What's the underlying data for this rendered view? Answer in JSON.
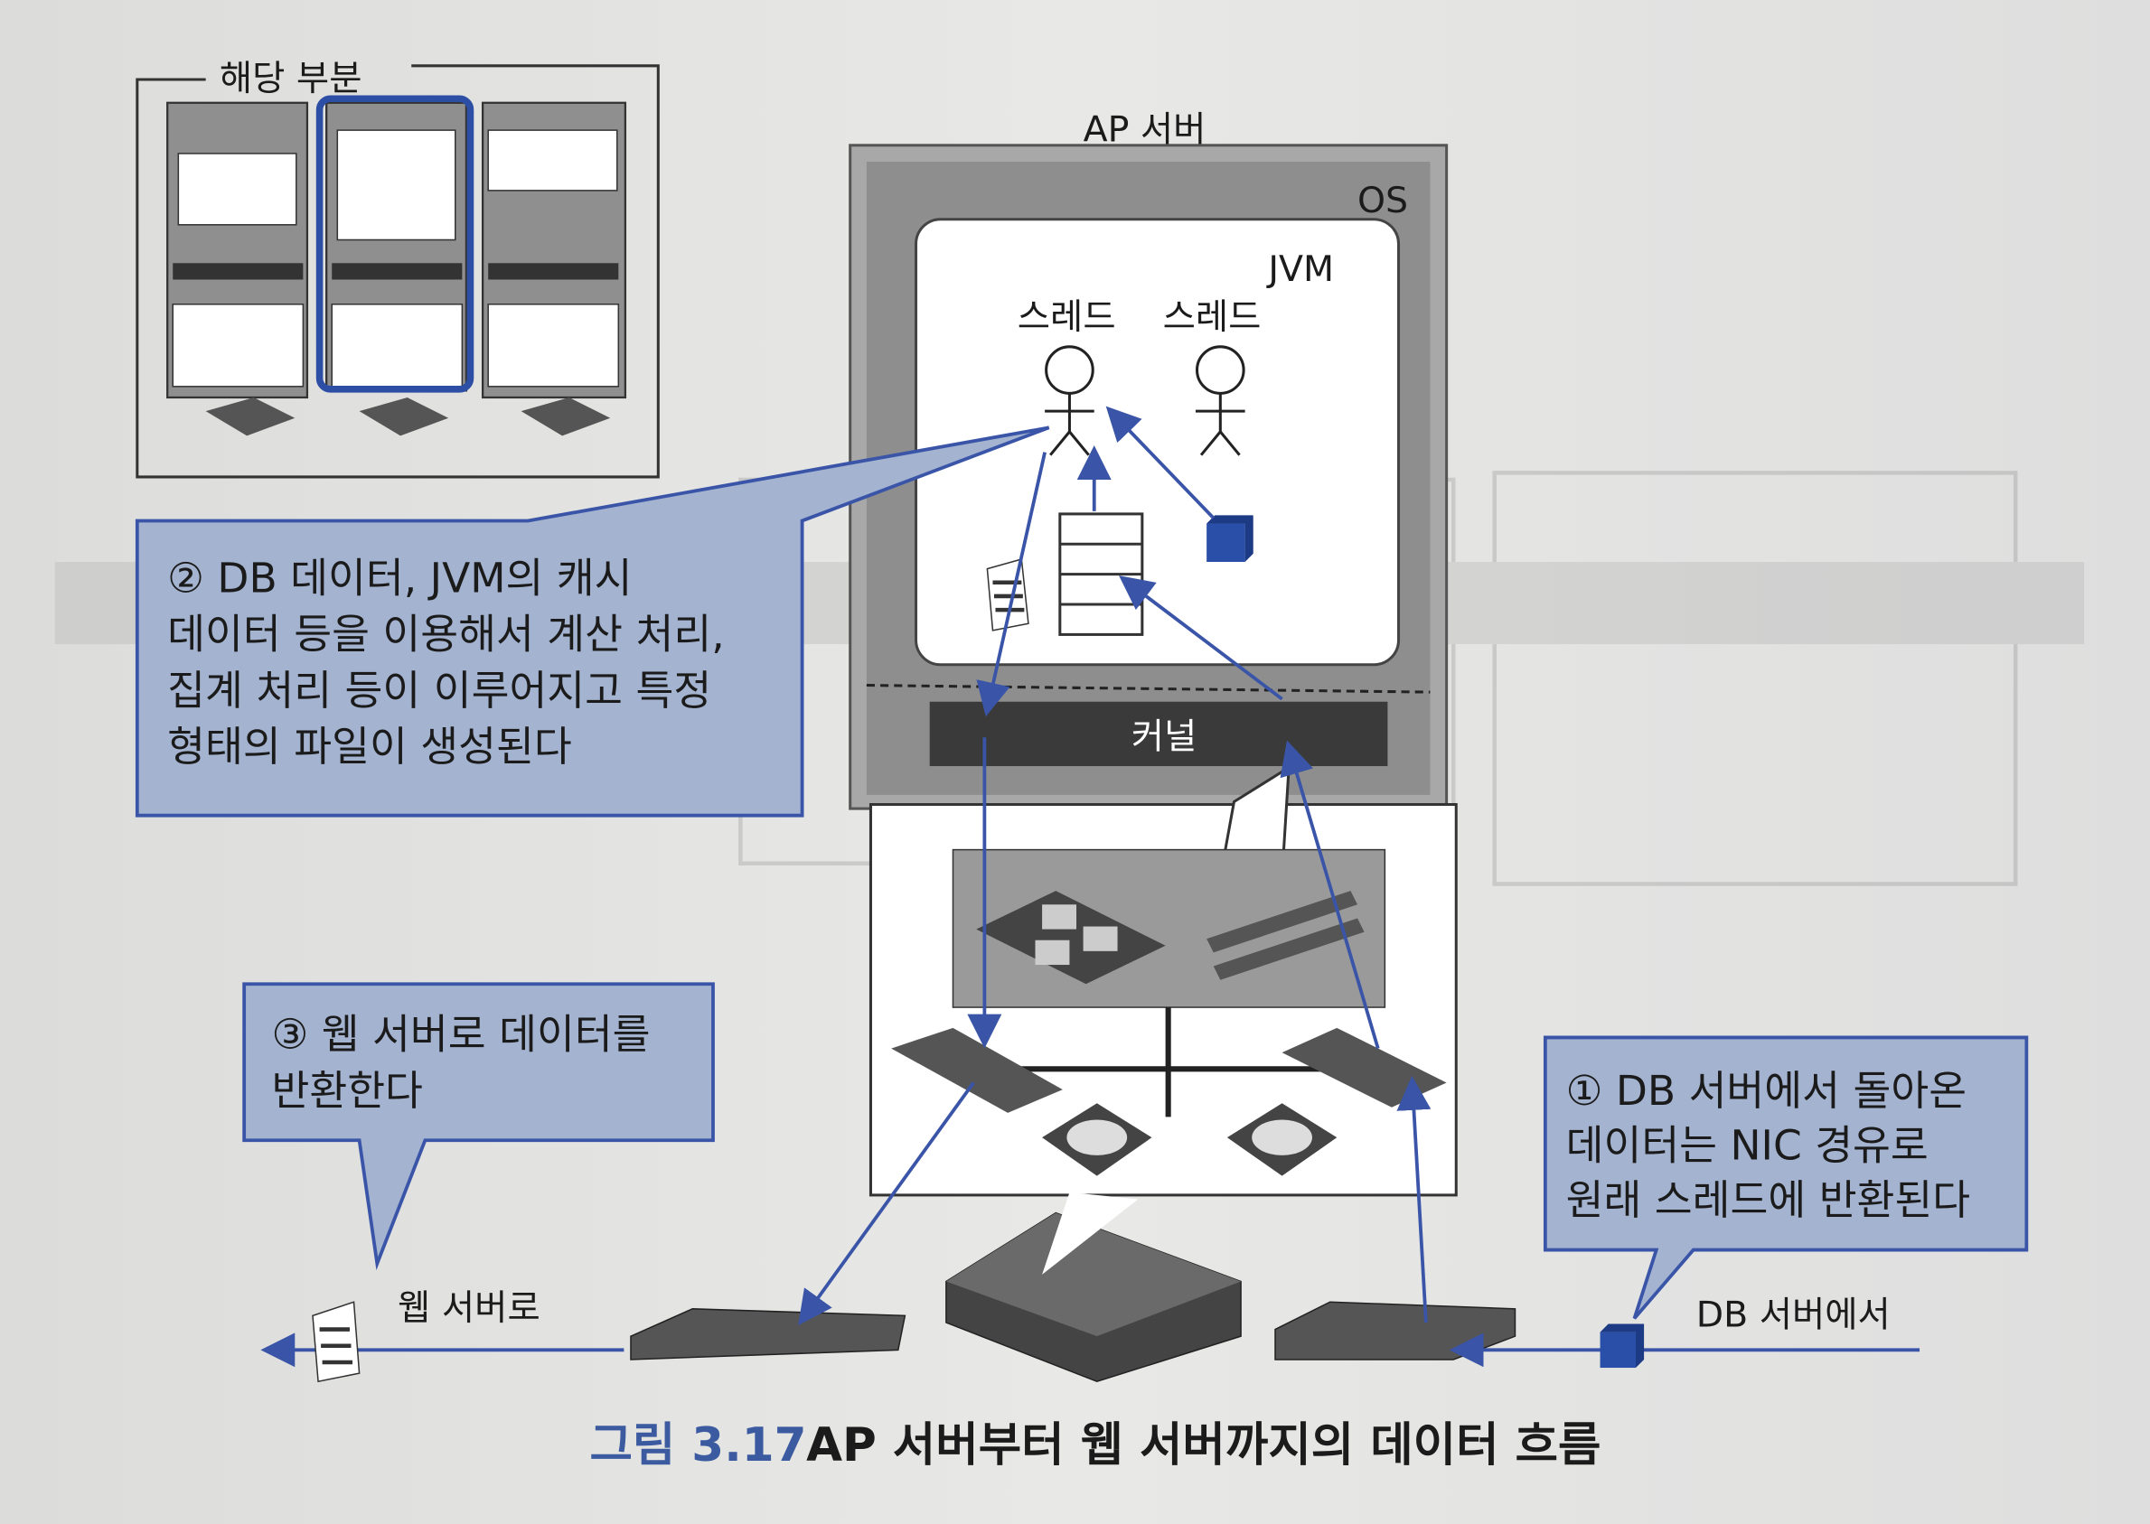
{
  "figure": {
    "caption_number": "그림 3.17",
    "caption_title": "AP 서버부터 웹 서버까지의 데이터 흐름"
  },
  "inset": {
    "label": "해당 부분"
  },
  "ap_server": {
    "title": "AP 서버",
    "os_label": "OS",
    "jvm_label": "JVM",
    "threads": [
      "스레드",
      "스레드"
    ],
    "kernel_label": "커널"
  },
  "callouts": {
    "step1": [
      "① DB 서버에서 돌아온",
      "데이터는 NIC 경유로",
      "원래 스레드에 반환된다"
    ],
    "step2": [
      "② DB 데이터, JVM의 캐시",
      "데이터 등을 이용해서 계산 처리,",
      "집계 처리 등이 이루어지고 특정",
      "형태의 파일이 생성된다"
    ],
    "step3": [
      "③ 웹 서버로 데이터를",
      "반환한다"
    ]
  },
  "flow_labels": {
    "from_db": "DB 서버에서",
    "to_web": "웹 서버로"
  },
  "colors": {
    "accent": "#3a55a8",
    "callout_fill": "#a3b3d0",
    "kernel": "#3a3a3a",
    "caption_number": "#3b5aa0"
  }
}
